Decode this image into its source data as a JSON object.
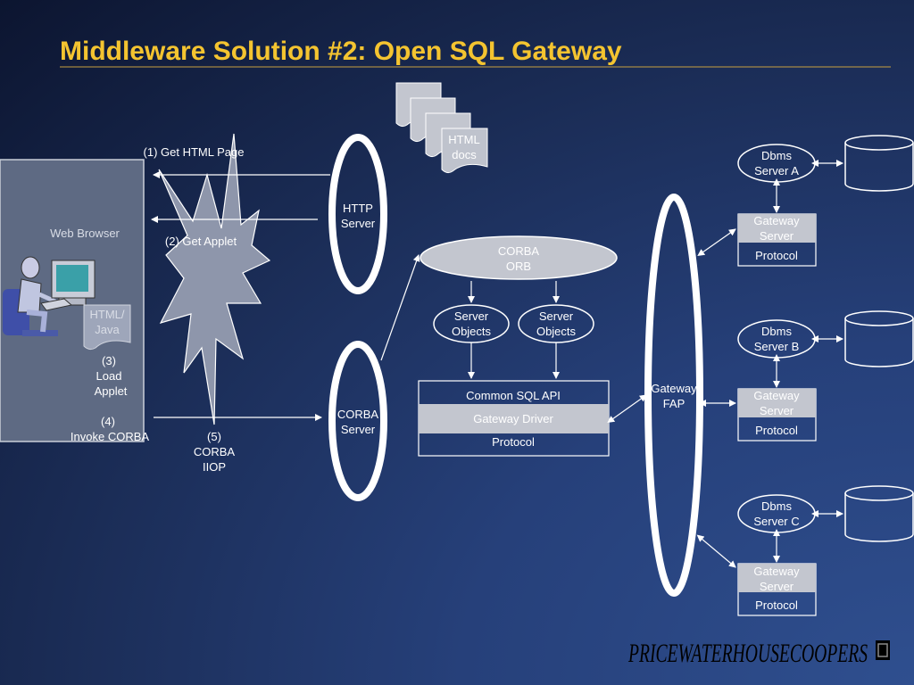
{
  "title": "Middleware Solution #2: Open SQL Gateway",
  "browser": {
    "label": "Web Browser",
    "doc_lines": [
      "HTML/",
      "Java"
    ]
  },
  "steps": {
    "get_html": "(1) Get HTML Page",
    "get_applet": "(2) Get Applet",
    "load_applet": [
      "(3)",
      "Load",
      "Applet"
    ],
    "invoke_corba": [
      "(4)",
      "Invoke CORBA"
    ],
    "corba_iiop": [
      "(5)",
      "CORBA",
      "IIOP"
    ]
  },
  "html_docs": [
    "HTML",
    "docs"
  ],
  "http_server": [
    "HTTP",
    "Server"
  ],
  "corba_server": [
    "CORBA",
    "Server"
  ],
  "corba_orb": [
    "CORBA",
    "ORB"
  ],
  "server_objects_left": [
    "Server",
    "Objects"
  ],
  "server_objects_right": [
    "Server",
    "Objects"
  ],
  "gateway_stack": {
    "api": "Common SQL API",
    "driver": "Gateway Driver",
    "protocol": "Protocol"
  },
  "gateway_fap": [
    "Gateway",
    "FAP"
  ],
  "dbms_servers": [
    {
      "name": [
        "Dbms",
        "Server A"
      ],
      "gateway": [
        "Gateway",
        "Server"
      ],
      "protocol": "Protocol"
    },
    {
      "name": [
        "Dbms",
        "Server B"
      ],
      "gateway": [
        "Gateway",
        "Server"
      ],
      "protocol": "Protocol"
    },
    {
      "name": [
        "Dbms",
        "Server C"
      ],
      "gateway": [
        "Gateway",
        "Server"
      ],
      "protocol": "Protocol"
    }
  ],
  "logo": "PRICEWATERHOUSECOOPERS"
}
